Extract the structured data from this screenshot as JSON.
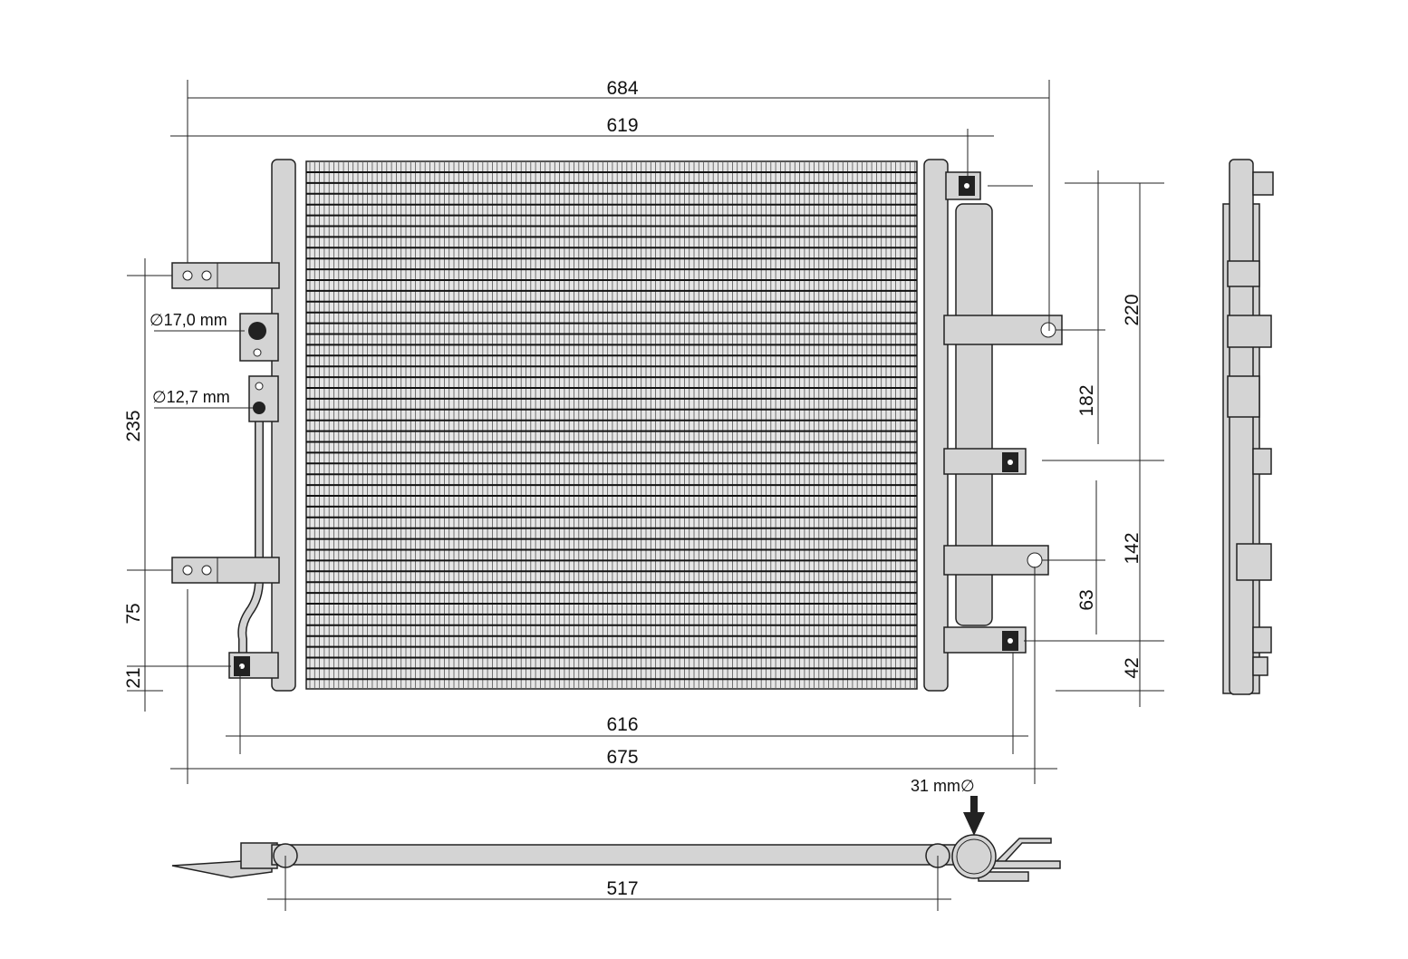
{
  "title": "Condenser dimension drawing",
  "dimensions": {
    "overall_width_top": "684",
    "core_width_top": "619",
    "core_width_bottom": "616",
    "overall_width_bottom": "675",
    "bottom_view_width": "517",
    "left_height_235": "235",
    "left_height_75": "75",
    "left_height_21": "21",
    "right_220": "220",
    "right_182": "182",
    "right_142": "142",
    "right_63": "63",
    "right_42": "42"
  },
  "ports": {
    "port_large": "∅17,0 mm",
    "port_small": "∅12,7 mm",
    "drier_diameter": "31 mm∅"
  }
}
